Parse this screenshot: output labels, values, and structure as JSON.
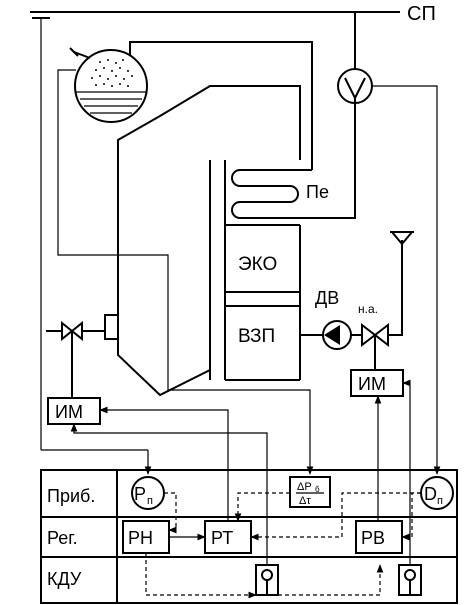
{
  "labels": {
    "sp": "СП",
    "pe": "Пе",
    "eko": "ЭКО",
    "vzp": "ВЗП",
    "dv": "ДВ",
    "na": "н.а.",
    "im": "ИМ",
    "row_prib": "Приб.",
    "row_reg": "Рег.",
    "row_kdu": "КДУ",
    "pn_main": "P",
    "pn_sub": "п",
    "dn_main": "D",
    "dn_sub": "п",
    "dp_num_main": "ΔP",
    "dp_num_sub": "б",
    "dp_den": "Δτ",
    "rn": "РН",
    "rt": "РТ",
    "rv": "РВ"
  }
}
